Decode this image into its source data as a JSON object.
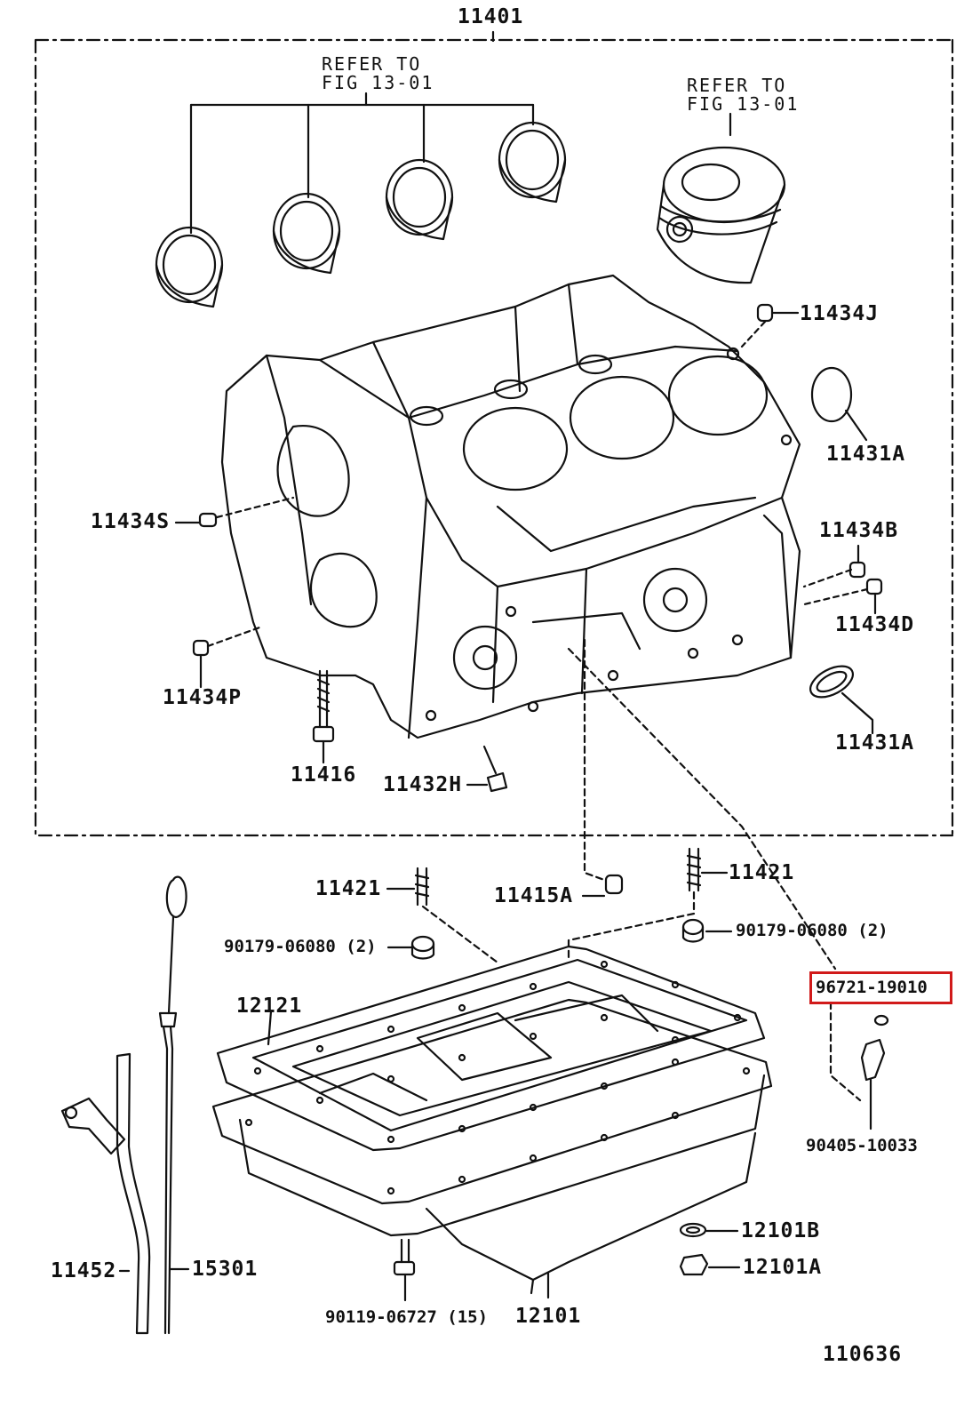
{
  "assembly_label": "11401",
  "refer_bearings": [
    "REFER TO",
    "FIG 13-01"
  ],
  "refer_piston": [
    "REFER TO",
    "FIG 13-01"
  ],
  "highlight_color": "#d11a1a",
  "parts": {
    "p11434J": "11434J",
    "p11431A_top": "11431A",
    "p11434S": "11434S",
    "p11434B": "11434B",
    "p11434D": "11434D",
    "p11434P": "11434P",
    "p11431A_bottom": "11431A",
    "p11416": "11416",
    "p11432H": "11432H",
    "p11421_left": "11421",
    "p11415A": "11415A",
    "p11421_right": "11421",
    "p90179_left": "90179-06080 (2)",
    "p90179_right": "90179-06080 (2)",
    "p96721": "96721-19010",
    "p12121": "12121",
    "p90405": "90405-10033",
    "p12101B": "12101B",
    "p12101A": "12101A",
    "p11452": "11452",
    "p15301": "15301",
    "p90119": "90119-06727 (15)",
    "p12101": "12101"
  },
  "diagram_number": "110636"
}
